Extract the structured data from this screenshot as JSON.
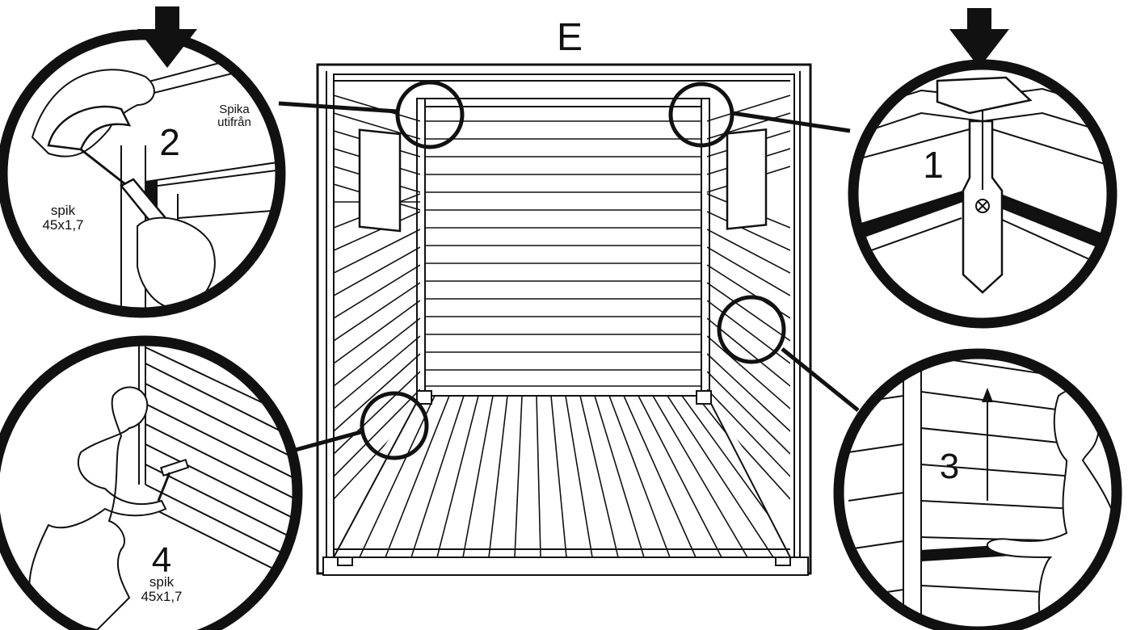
{
  "diagram": {
    "section_letter": "E",
    "steps": {
      "step1": {
        "number": "1"
      },
      "step2": {
        "number": "2",
        "note_line1": "Spika",
        "note_line2": "utifrån",
        "nail_line1": "spik",
        "nail_line2": "45x1,7"
      },
      "step3": {
        "number": "3"
      },
      "step4": {
        "number": "4",
        "nail_line1": "spik",
        "nail_line2": "45x1,7"
      }
    },
    "colors": {
      "ink": "#111111",
      "paper": "#ffffff"
    }
  }
}
